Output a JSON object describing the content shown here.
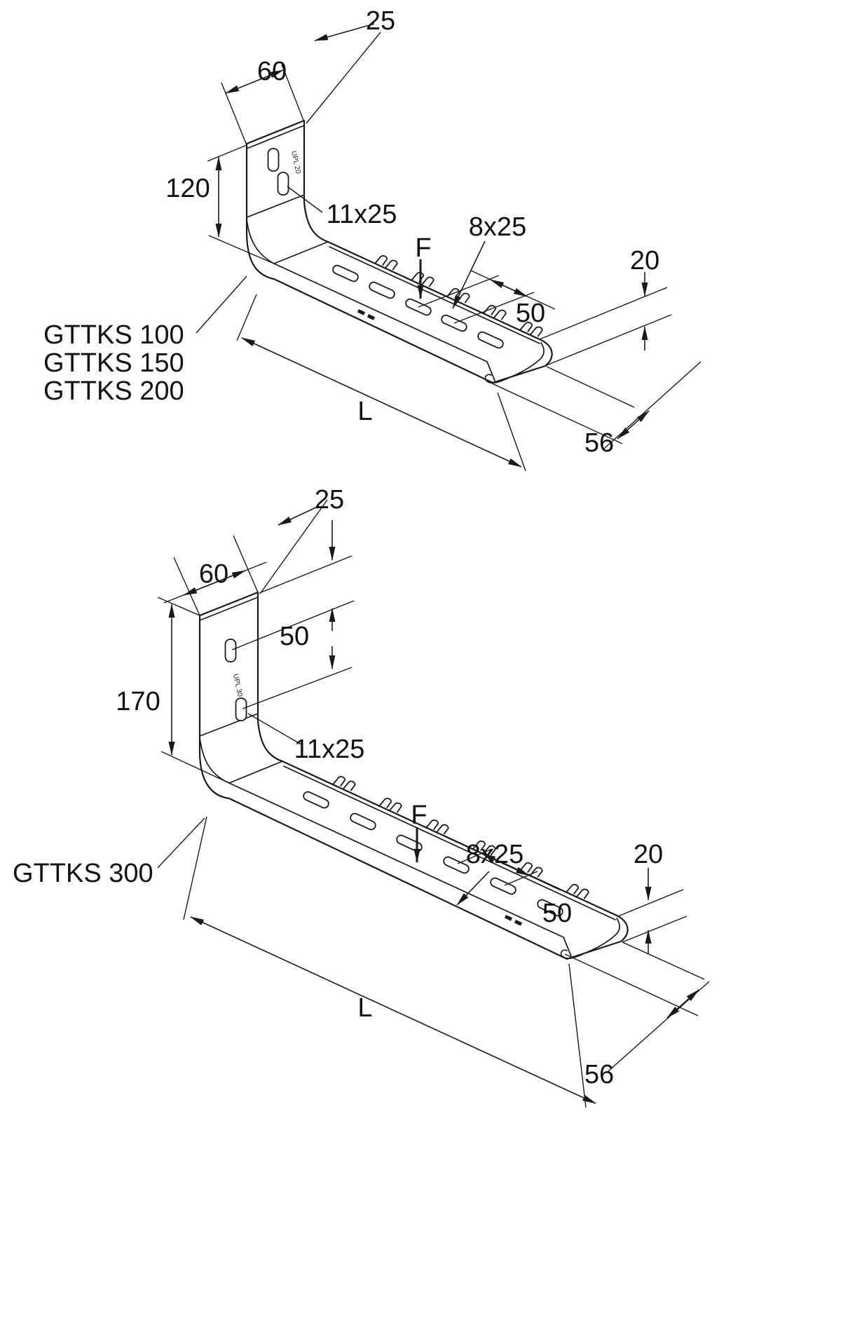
{
  "figure1": {
    "products": [
      "GTTKS 100",
      "GTTKS 150",
      "GTTKS 200"
    ],
    "plate_stamp": "UPL 20",
    "dims": {
      "top_offset": "25",
      "plate_width": "60",
      "plate_height": "120",
      "plate_slot": "11x25",
      "arm_slot": "8x25",
      "force": "F",
      "slot_spacing": "50",
      "flange_height": "20",
      "length": "L",
      "profile_width": "56"
    }
  },
  "figure2": {
    "products": [
      "GTTKS 300"
    ],
    "plate_stamp": "UPL 30",
    "dims": {
      "top_offset": "25",
      "plate_width": "60",
      "plate_slot_spacing": "50",
      "plate_height": "170",
      "plate_slot": "11x25",
      "arm_slot": "8x25",
      "force": "F",
      "slot_spacing": "50",
      "flange_height": "20",
      "length": "L",
      "profile_width": "56"
    }
  }
}
